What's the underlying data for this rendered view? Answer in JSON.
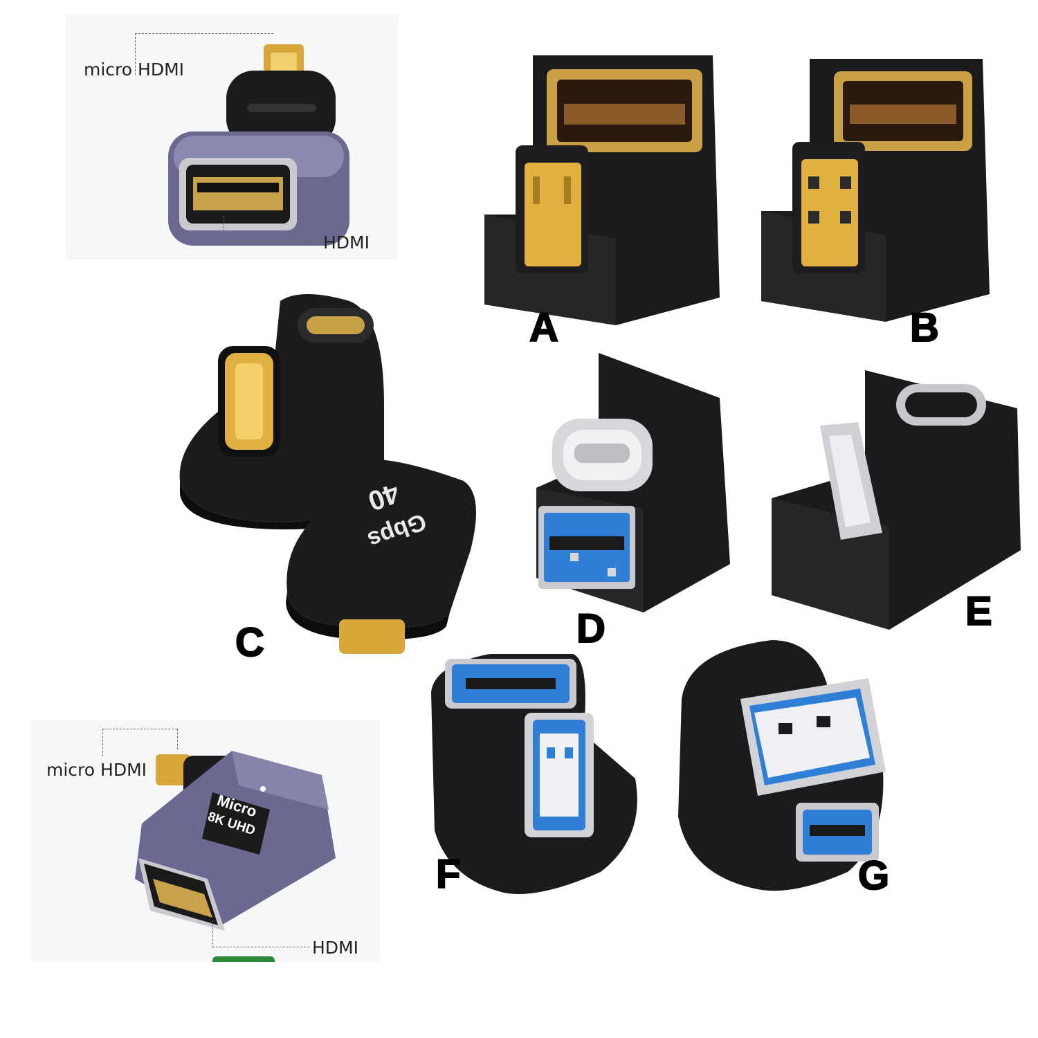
{
  "callouts": {
    "top_micro": "micro HDMI",
    "top_hdmi": "HDMI",
    "bottom_micro": "micro HDMI",
    "bottom_hdmi": "HDMI"
  },
  "printed": {
    "speed_number": "40",
    "speed_unit": "Gbps",
    "badge_micro": "Micro",
    "badge_8k": "8K UHD"
  },
  "labels": {
    "a": "A",
    "b": "B",
    "c": "C",
    "d": "D",
    "e": "E",
    "f": "F",
    "g": "G"
  },
  "colors": {
    "black_body": "#1b1b1d",
    "gold_contact": "#d9a63a",
    "usb_blue": "#2f7fd6",
    "purple_metal": "#6a6a90",
    "accent_green": "#2a8a3a"
  }
}
